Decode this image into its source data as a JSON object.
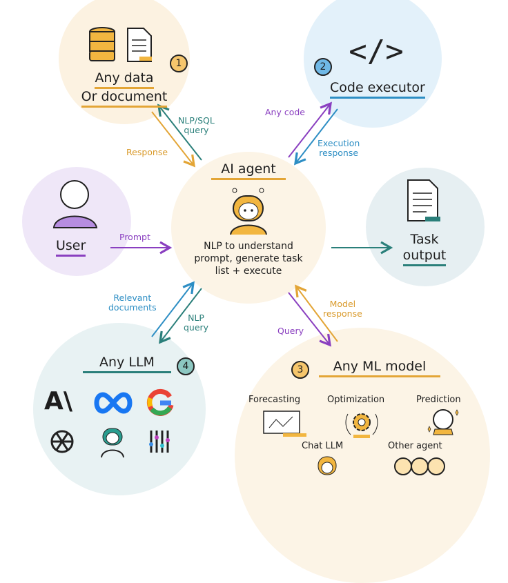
{
  "nodes": {
    "data": {
      "title_line1": "Any data",
      "title_line2": "Or document",
      "number": "1"
    },
    "code": {
      "title": "Code executor",
      "number": "2",
      "icon_text": "</>"
    },
    "user": {
      "title": "User"
    },
    "agent": {
      "title": "AI agent",
      "description_line1": "NLP to understand",
      "description_line2": "prompt, generate task",
      "description_line3": "list + execute"
    },
    "output": {
      "title_line1": "Task",
      "title_line2": "output"
    },
    "llm": {
      "title": "Any LLM",
      "number": "4",
      "logo_text": "A\\"
    },
    "ml": {
      "title": "Any ML model",
      "number": "3",
      "items": [
        "Forecasting",
        "Optimization",
        "Prediction",
        "Chat LLM",
        "Other agent"
      ]
    }
  },
  "edges": {
    "nlp_sql_query": {
      "line1": "NLP/SQL",
      "line2": "query"
    },
    "response": "Response",
    "any_code": "Any code",
    "execution_response": {
      "line1": "Execution",
      "line2": "response"
    },
    "prompt": "Prompt",
    "relevant_documents": {
      "line1": "Relevant",
      "line2": "documents"
    },
    "nlp_query": {
      "line1": "NLP",
      "line2": "query"
    },
    "model_response": {
      "line1": "Model",
      "line2": "response"
    },
    "query": "Query"
  },
  "colors": {
    "orange": "#e3a536",
    "teal": "#2a7f7a",
    "blue": "#2d8ec4",
    "purple": "#8a3fc0"
  }
}
